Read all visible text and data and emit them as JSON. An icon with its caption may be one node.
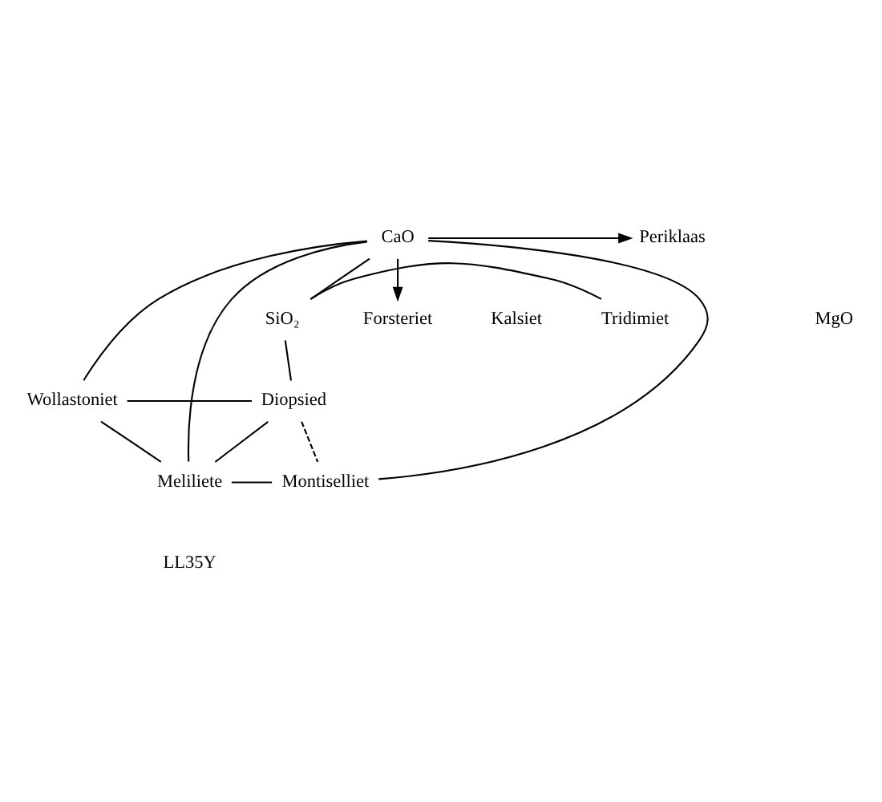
{
  "diagram": {
    "nodes": [
      {
        "text": [
          "SiO₂"
        ]
      },
      {
        "text": [
          "Tridimiet"
        ]
      },
      {
        "text": [
          "Wollastoniet"
        ]
      },
      {
        "text": [
          "Diopsied"
        ]
      },
      {
        "text": [
          "Meliliete"
        ]
      },
      {
        "text": [
          "Montiselliet"
        ]
      },
      {
        "text": [
          "CaO"
        ]
      },
      {
        "text": [
          "Forsteriet"
        ]
      },
      {
        "text": [
          "Periklaas"
        ]
      }
    ],
    "edges": [
      {
        "from": 6,
        "to": 0,
        "arrow": "none"
      },
      {
        "from": 0,
        "to": 1,
        "arrow": "none"
      },
      {
        "from": 0,
        "to": 3,
        "arrow": "none"
      },
      {
        "from": 2,
        "to": 3,
        "arrow": "none"
      },
      {
        "from": 3,
        "to": 5,
        "arrow": "none",
        "style": "dashed"
      },
      {
        "from": 2,
        "to": 4,
        "arrow": "none"
      },
      {
        "from": 4,
        "to": 5,
        "arrow": "none"
      },
      {
        "from": 3,
        "to": 4,
        "arrow": "none"
      },
      {
        "from": 6,
        "to": 2,
        "arrow": "none"
      },
      {
        "from": 6,
        "to": 4,
        "arrow": "none"
      },
      {
        "from": 6,
        "to": 5,
        "arrow": "none"
      },
      {
        "from": 6,
        "to": 7,
        "arrow": "to"
      },
      {
        "from": 6,
        "to": 8,
        "arrow": "to"
      }
    ],
    "labels": [
      "LL35Y",
      "Kalsiet",
      "MgO"
    ]
  }
}
